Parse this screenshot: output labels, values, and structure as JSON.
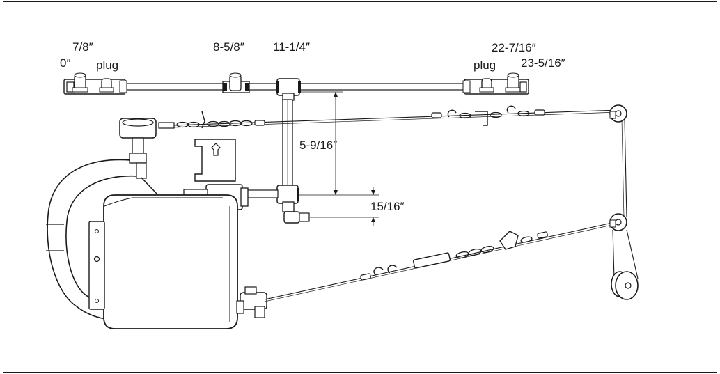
{
  "labels": {
    "m0": "0″",
    "m7_8": "7/8″",
    "plug_left": "plug",
    "m8_5_8": "8-5/8″",
    "m11_1_4": "11-1/4″",
    "plug_right": "plug",
    "m22_7_16": "22-7/16″",
    "m23_5_16": "23-5/16″",
    "height": "5-9/16″",
    "offset": "15/16″"
  }
}
